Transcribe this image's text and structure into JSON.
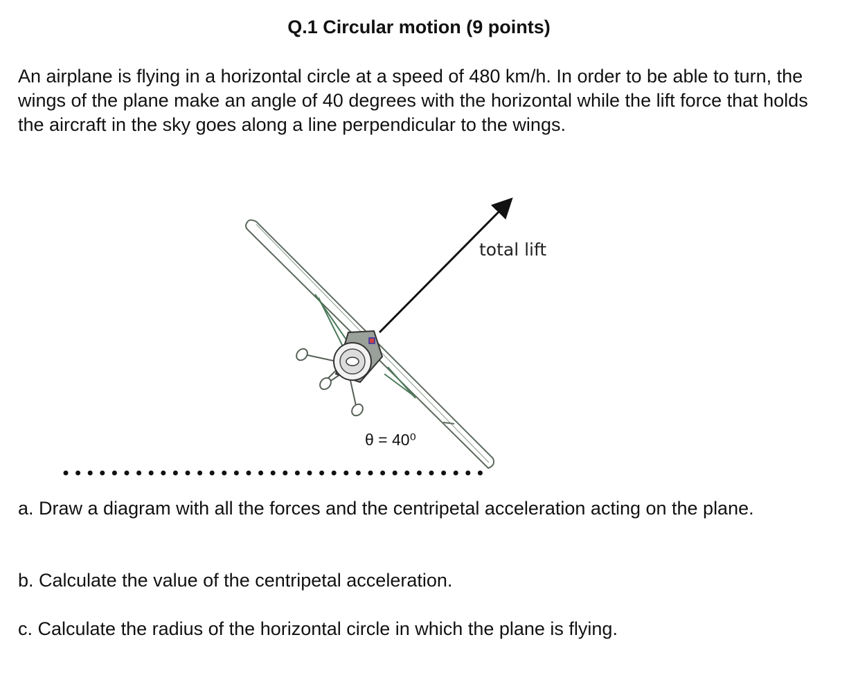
{
  "question": {
    "title": "Q.1 Circular motion (9 points)",
    "intro": "An airplane is flying in a horizontal circle at a speed of 480 km/h. In order to be able to turn, the wings of the plane make an angle of 40 degrees with the horizontal while the lift force that holds the aircraft in the sky goes along a line perpendicular to the wings."
  },
  "figure": {
    "lift_label": "total lift",
    "angle_label": "θ = 40⁰",
    "angle_degrees": 40
  },
  "parts": {
    "a": "a. Draw a diagram with all the forces and the centripetal acceleration acting on the plane.",
    "b": "b. Calculate the value of the centripetal acceleration.",
    "c": "c. Calculate the radius of the horizontal circle in which the plane is flying."
  }
}
